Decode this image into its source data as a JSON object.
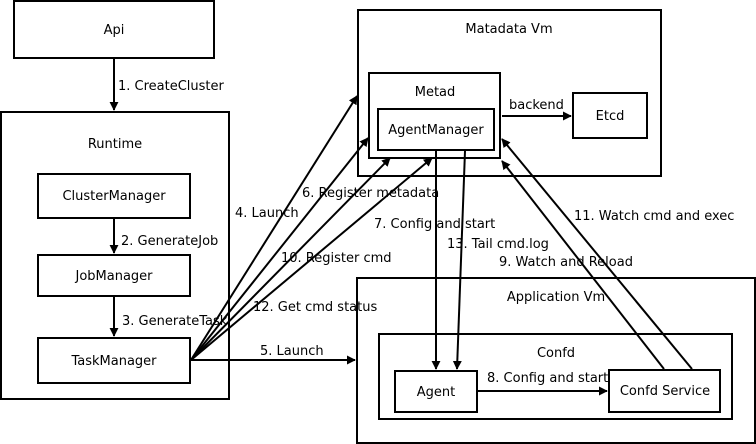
{
  "boxes": {
    "api": "Api",
    "runtime": "Runtime",
    "cluster_manager": "ClusterManager",
    "job_manager": "JobManager",
    "task_manager": "TaskManager",
    "metadata_vm": "Matadata Vm",
    "metad": "Metad",
    "agent_manager": "AgentManager",
    "etcd": "Etcd",
    "application_vm": "Application Vm",
    "confd": "Confd",
    "agent": "Agent",
    "confd_service": "Confd Service"
  },
  "edges": {
    "create_cluster": "1. CreateCluster",
    "generate_job": "2. GenerateJob",
    "generate_task": "3. GenerateTask",
    "launch_4": "4. Launch",
    "launch_5": "5. Launch",
    "register_metadata": "6. Register metadata",
    "config_and_start_7": "7. Config and start",
    "config_and_start_8": "8. Config and start",
    "watch_and_reload": "9. Watch and Reload",
    "register_cmd": "10. Register cmd",
    "watch_cmd_and_exec": "11. Watch cmd and exec",
    "get_cmd_status": "12. Get cmd status",
    "tail_cmd_log": "13. Tail cmd.log",
    "backend": "backend"
  }
}
